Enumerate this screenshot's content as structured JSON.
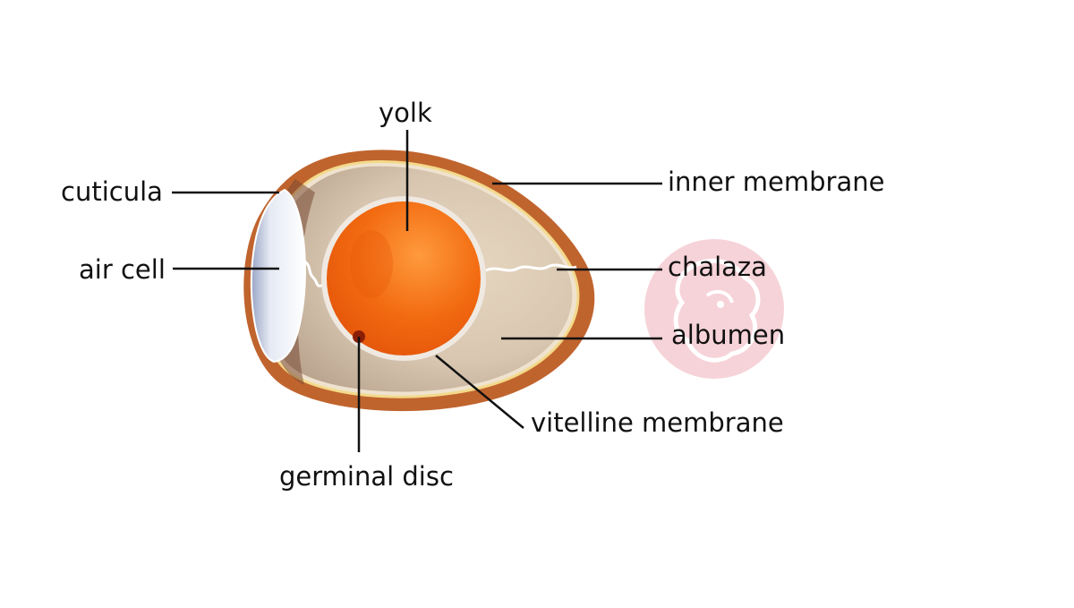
{
  "diagram": {
    "labels": {
      "yolk": "yolk",
      "cuticula": "cuticula",
      "inner_membrane": "inner membrane",
      "air_cell": "air cell",
      "chalaza": "chalaza",
      "albumen": "albumen",
      "vitelline_membrane": "vitelline membrane",
      "germinal_disc": "germinal disc"
    }
  },
  "colors": {
    "shell": "#c0642e",
    "inner_membrane_line": "#f3d98a",
    "albumen": "#d8c6b0",
    "yolk": "#f26a10",
    "yolk_highlight": "#ffb066",
    "vitelline_membrane": "#efe9e2",
    "air_cell": "#eef1f8",
    "leader_lines": "#111111",
    "watermark": "#f3c5cc"
  }
}
